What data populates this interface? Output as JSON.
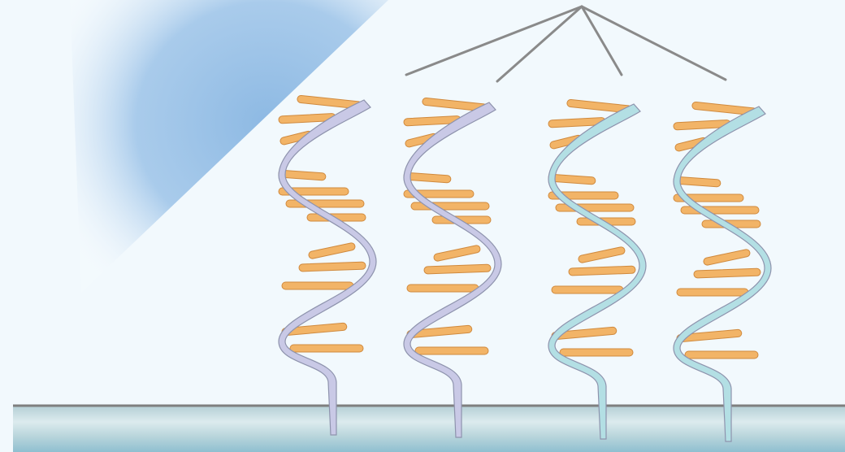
{
  "colors": {
    "background": "#f2f9fd",
    "light_beam": "#8db9e3",
    "strand_purple": "#c9c9e6",
    "strand_teal": "#b3dfe4",
    "strand_outline": "#8e93ad",
    "base_fill": "#f2b467",
    "base_outline": "#d08a3e",
    "bracket_line": "#8a8a8a",
    "surface_fill": "#bcd8dc",
    "surface_edge": "#7f7f7f"
  },
  "molecules": [
    {
      "name": "strand-1",
      "color": "strand_purple"
    },
    {
      "name": "strand-2",
      "color": "strand_purple"
    },
    {
      "name": "strand-3",
      "color": "strand_teal"
    },
    {
      "name": "strand-4",
      "color": "strand_teal"
    }
  ]
}
